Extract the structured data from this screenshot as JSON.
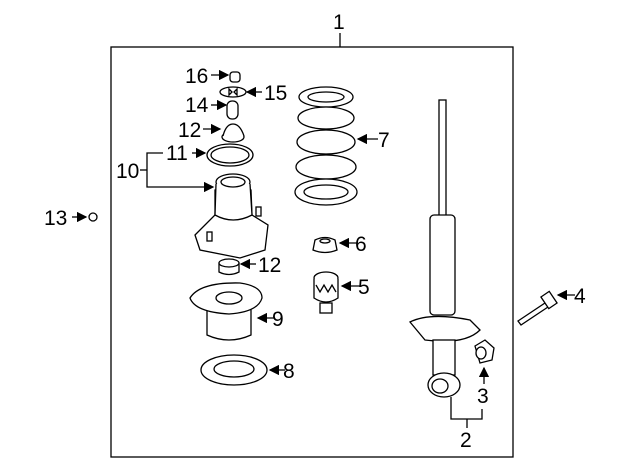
{
  "diagram": {
    "type": "exploded parts diagram - rear shock absorber assembly",
    "callouts": {
      "c1": "1",
      "c2": "2",
      "c3": "3",
      "c4": "4",
      "c5": "5",
      "c6": "6",
      "c7": "7",
      "c8": "8",
      "c9": "9",
      "c10": "10",
      "c11": "11",
      "c12a": "12",
      "c12b": "12",
      "c13": "13",
      "c14": "14",
      "c15": "15",
      "c16": "16"
    }
  }
}
